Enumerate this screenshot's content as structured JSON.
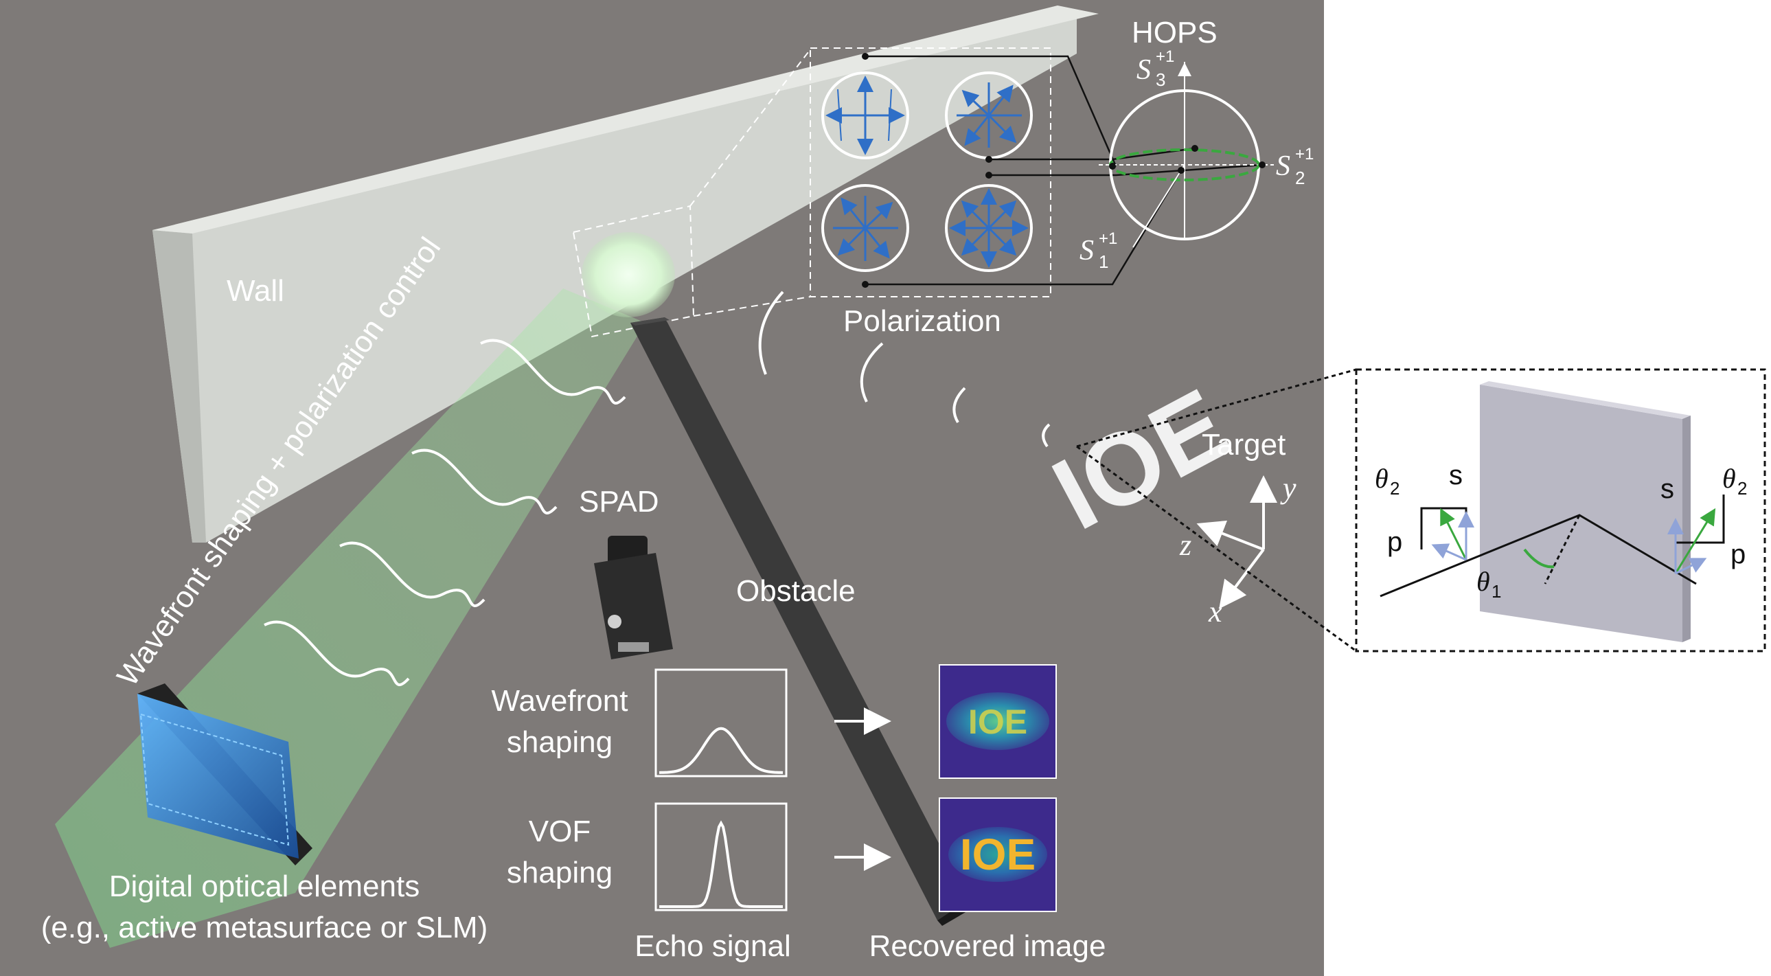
{
  "labels": {
    "wall": "Wall",
    "wavefront_control": "Wavefront shaping + polarization control",
    "spad": "SPAD",
    "obstacle": "Obstacle",
    "target": "Target",
    "polarization": "Polarization",
    "hops": "HOPS",
    "digital_optical_line1": "Digital optical elements",
    "digital_optical_line2": "(e.g., active metasurface or SLM)",
    "wavefront_shaping_line1": "Wavefront",
    "wavefront_shaping_line2": "shaping",
    "vof_shaping_line1": "VOF",
    "vof_shaping_line2": "shaping",
    "echo_signal": "Echo signal",
    "recovered_image": "Recovered image",
    "target_text": "IOE"
  },
  "axes": {
    "y": "y",
    "z": "z",
    "x": "x"
  },
  "sphere": {
    "s3_base": "S",
    "s3_sub": "3",
    "s3_sup": "+1",
    "s2_base": "S",
    "s2_sub": "2",
    "s2_sup": "+1",
    "s1_base": "S",
    "s1_sub": "1",
    "s1_sup": "+1"
  },
  "inset": {
    "theta2_left": "θ",
    "theta2_left_sub": "2",
    "theta2_right": "θ",
    "theta2_right_sub": "2",
    "theta1": "θ",
    "theta1_sub": "1",
    "s_left": "s",
    "p_left": "p",
    "s_right": "s",
    "p_right": "p"
  },
  "colors": {
    "scene_bg": "#7e7a78",
    "wall": "#d5d8d3",
    "obstacle": "#2b2b2b",
    "beam": "#9be0a0",
    "pol_arrow": "#2f6fc7",
    "heat_bg": "#3d2a8c",
    "heat_mid": "#21a7a0",
    "heat_hot": "#f2b52e",
    "inset_plate": "#b9b8c4",
    "angle_green": "#3aa83f"
  }
}
